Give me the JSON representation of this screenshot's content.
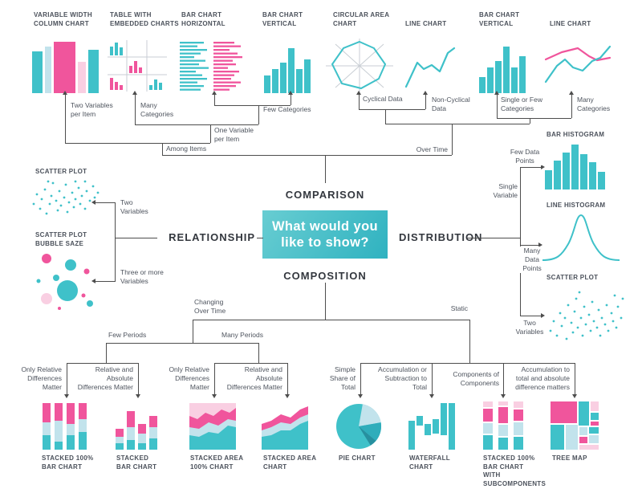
{
  "palette": {
    "teal": "#3fc1c9",
    "teal_mid": "#2fadbb",
    "teal_dark": "#27909f",
    "pink": "#f0559c",
    "pink_light": "#f9cfe2",
    "blue_light": "#c2e3ec",
    "line": "#4d4d4d",
    "text": "#4b515b"
  },
  "center_box": {
    "question_lines": [
      "What would you",
      "like to show?"
    ]
  },
  "branch_labels": {
    "top": "COMPARISON",
    "left": "RELATIONSHIP",
    "right": "DISTRIBUTION",
    "bottom": "COMPOSITION"
  },
  "top_charts": [
    {
      "label": "VARIABLE WIDTH COLUMN CHART"
    },
    {
      "label": "TABLE WITH EMBEDDED CHARTS"
    },
    {
      "label": "BAR CHART HORIZONTAL"
    },
    {
      "label": "BAR CHART VERTICAL"
    },
    {
      "label": "CIRCULAR AREA CHART"
    },
    {
      "label": "LINE CHART"
    },
    {
      "label": "BAR CHART VERTICAL"
    },
    {
      "label": "LINE CHART"
    }
  ],
  "left_section": {
    "scatter_plot_label": "SCATTER PLOT",
    "bubble_label": "SCATTER PLOT BUBBLE SAZE"
  },
  "right_section": {
    "bar_histogram_label": "BAR HISTOGRAM",
    "line_histogram_label": "LINE HISTOGRAM",
    "scatter_plot_label": "SCATTER PLOT"
  },
  "bottom_charts": [
    {
      "label": "STACKED 100% BAR CHART"
    },
    {
      "label": "STACKED BAR CHART"
    },
    {
      "label": "STACKED AREA 100% CHART"
    },
    {
      "label": "STACKED AREA CHART"
    },
    {
      "label": "PIE CHART"
    },
    {
      "label": "WATERFALL CHART"
    },
    {
      "label": "STACKED 100% BAR CHART WITH SUBCOMPONENTS"
    },
    {
      "label": "TREE MAP"
    }
  ],
  "edge_labels": {
    "two_variables_per_item": "Two Variables per Item",
    "many_categories_top": "Many Categories",
    "few_categories": "Few Categories",
    "one_variable_per_item": "One Variable per Item",
    "among_items": "Among Items",
    "cyclical_data": "Cyclical Data",
    "non_cyclical_data": "Non-Cyclical Data",
    "single_or_few_categories": "Single or Few Categories",
    "many_categories_right": "Many Categories",
    "over_time": "Over Time",
    "two_variables_left": "Two Variables",
    "three_or_more_variables": "Three or more Variables",
    "few_data_points": "Few Data Points",
    "single_variable": "Single Variable",
    "many_data_points": "Many Data Points",
    "two_variables_right": "Two Variables",
    "changing_over_time": "Changing Over Time",
    "static": "Static",
    "few_periods": "Few Periods",
    "many_periods": "Many Periods",
    "only_relative_1": "Only Relative Differences Matter",
    "relative_absolute_1": "Relative and Absolute Differences Matter",
    "only_relative_2": "Only Relative Differences Matter",
    "relative_absolute_2": "Relative and Absolute Differences Matter",
    "simple_share_of_total": "Simple Share of Total",
    "accumulation_or_subtraction": "Accumulation or Subtraction to Total",
    "components_of_components": "Components of Components",
    "accumulation_to_total": "Accumulation to total and absolute difference matters"
  }
}
